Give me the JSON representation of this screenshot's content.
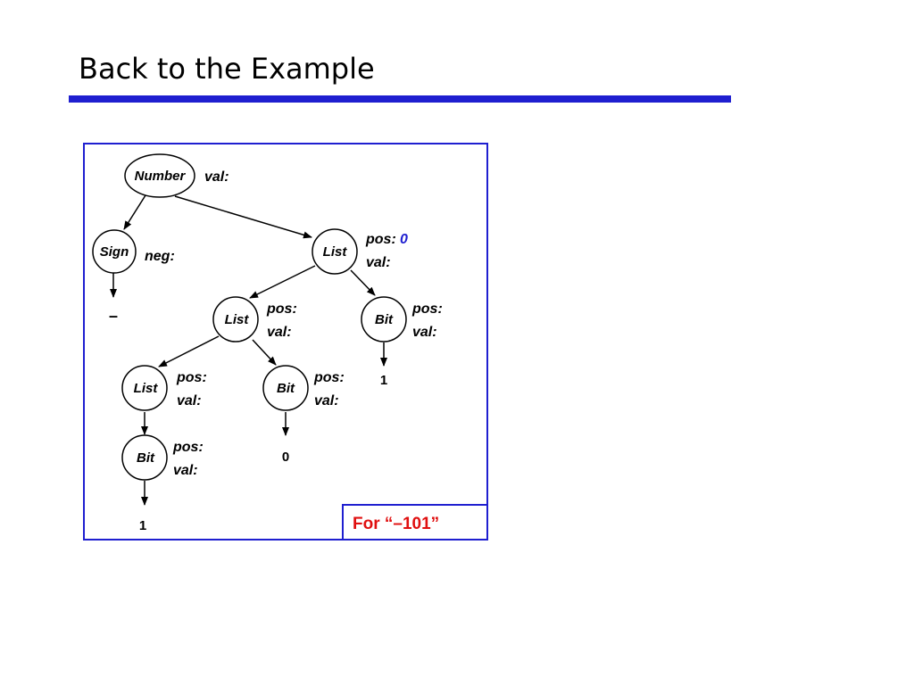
{
  "slide": {
    "title": "Back to the Example"
  },
  "colors": {
    "accent": "#1f1fd0",
    "value": "#1f1fd0",
    "caption": "#e01010",
    "ink": "#000000"
  },
  "tree": {
    "number": {
      "label": "Number",
      "val_label": "val:"
    },
    "sign": {
      "label": "Sign",
      "neg_label": "neg:",
      "leaf": "–"
    },
    "list_top": {
      "label": "List",
      "pos_label": "pos:",
      "pos_value": "0",
      "val_label": "val:"
    },
    "bit_right": {
      "label": "Bit",
      "pos_label": "pos:",
      "val_label": "val:",
      "leaf": "1"
    },
    "list_mid": {
      "label": "List",
      "pos_label": "pos:",
      "val_label": "val:"
    },
    "bit_mid": {
      "label": "Bit",
      "pos_label": "pos:",
      "val_label": "val:",
      "leaf": "0"
    },
    "list_low": {
      "label": "List",
      "pos_label": "pos:",
      "val_label": "val:"
    },
    "bit_low": {
      "label": "Bit",
      "pos_label": "pos:",
      "val_label": "val:",
      "leaf": "1"
    }
  },
  "caption": "For “–101”"
}
